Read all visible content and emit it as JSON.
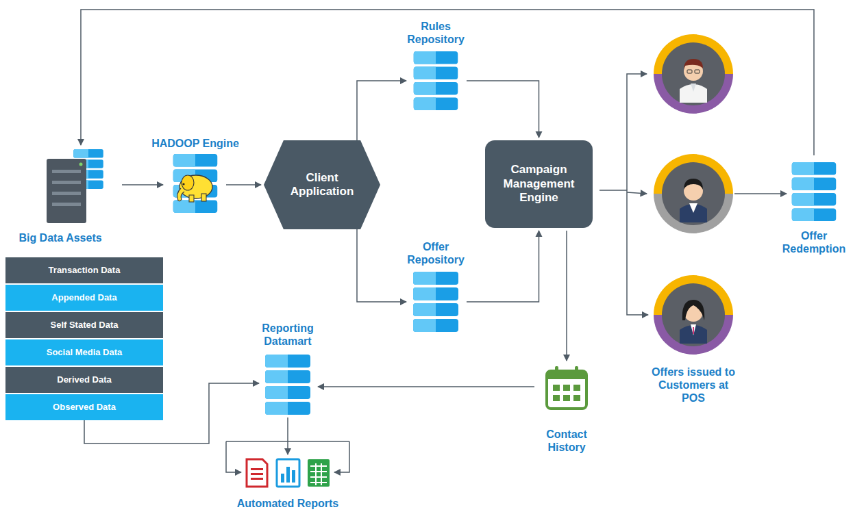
{
  "diagram": {
    "nodes": [
      {
        "text": [
          "Big Data Assets"
        ]
      },
      {
        "text": [
          "HADOOP Engine"
        ]
      },
      {
        "text": [
          "Client Application"
        ]
      },
      {
        "text": [
          "Rules Repository"
        ]
      },
      {
        "text": [
          "Offer Repository"
        ]
      },
      {
        "text": [
          "Campaign Management Engine"
        ]
      },
      {
        "text": [
          "Offers issued to Customers at POS"
        ]
      },
      {
        "text": [
          "Offer Redemption"
        ]
      },
      {
        "text": [
          "Transaction Data"
        ]
      },
      {
        "text": [
          "Appended Data"
        ]
      },
      {
        "text": [
          "Self Stated Data"
        ]
      },
      {
        "text": [
          "Social Media Data"
        ]
      },
      {
        "text": [
          "Derived Data"
        ]
      },
      {
        "text": [
          "Observed Data"
        ]
      },
      {
        "text": [
          "Reporting Datamart"
        ]
      },
      {
        "text": [
          "Contact History"
        ]
      },
      {
        "text": [
          "Automated Reports"
        ]
      }
    ],
    "edges": [
      {
        "from": 0,
        "to": 1,
        "arrow": "to"
      },
      {
        "from": 1,
        "to": 2,
        "arrow": "to"
      },
      {
        "from": 2,
        "to": 3,
        "arrow": "to"
      },
      {
        "from": 2,
        "to": 4,
        "arrow": "to"
      },
      {
        "from": 3,
        "to": 5,
        "arrow": "to"
      },
      {
        "from": 4,
        "to": 5,
        "arrow": "to"
      },
      {
        "from": 5,
        "to": 6,
        "arrow": "to"
      },
      {
        "from": 5,
        "to": 15,
        "arrow": "to"
      },
      {
        "from": 15,
        "to": 14,
        "arrow": "to"
      },
      {
        "from": 14,
        "to": 16,
        "arrow": "to"
      },
      {
        "from": 13,
        "to": 14,
        "arrow": "to"
      },
      {
        "from": 7,
        "to": 0,
        "arrow": "to"
      }
    ]
  }
}
